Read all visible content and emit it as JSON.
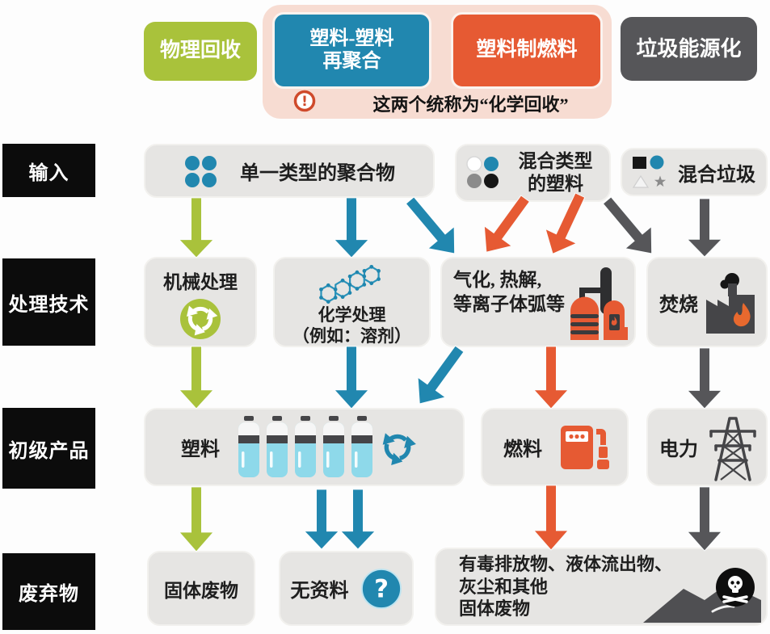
{
  "palette": {
    "green": "#a9c23b",
    "blue": "#2187af",
    "orange": "#e65a33",
    "dark_gray": "#565659",
    "pink_background": "#f7dcd2",
    "node_gray": "#e6e5e3",
    "label_black": "#0c0c0c",
    "bottle_blue": "#8ed9ea",
    "flame_orange": "#e8692e",
    "exclamation_red": "#cf4a2b"
  },
  "legend": {
    "methods": [
      {
        "id": "physical-recycling",
        "label": "物理回收"
      },
      {
        "id": "plastic-to-plastic",
        "label": "塑料-塑料\n再聚合"
      },
      {
        "id": "plastic-to-fuel",
        "label": "塑料制燃料"
      },
      {
        "id": "waste-to-energy",
        "label": "垃圾能源化"
      }
    ],
    "note": "这两个统称为“化学回收”",
    "exclamation": "!"
  },
  "row_labels": {
    "input": "输入",
    "technology": "处理技术",
    "primary_product": "初级产品",
    "waste": "废弃物"
  },
  "nodes": {
    "single_polymer": "单一类型的聚合物",
    "mixed_plastics": "混合类型\n的塑料",
    "mixed_waste": "混合垃圾",
    "mechanical": "机械处理",
    "chemical": "化学处理\n（例如：溶剂）",
    "gasification": "气化, 热解,\n等离子体弧等",
    "incineration": "焚烧",
    "plastic": "塑料",
    "fuel": "燃料",
    "electricity": "电力",
    "solid_waste": "固体废物",
    "no_data": "无资料",
    "toxic": "有毒排放物、液体流出物、\n灰尘和其他\n固体废物",
    "question_mark": "?"
  }
}
